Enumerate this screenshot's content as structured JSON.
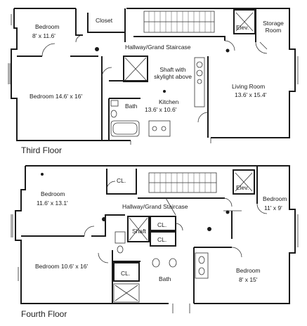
{
  "floors": [
    {
      "title": "Third Floor",
      "rooms": {
        "bedroom_a_name": "Bedroom",
        "bedroom_a_size": "8' x 11.6'",
        "closet": "Closet",
        "elevator": "Elev.",
        "storage": "Storage Room",
        "hallway": "Hallway/Grand Staircase",
        "shaft": "Shaft with skylight above",
        "bedroom_b": "Bedroom 14.6' x 16'",
        "kitchen_name": "Kitchen",
        "kitchen_size": "13.6' x 10.6'",
        "bath": "Bath",
        "living_name": "Living Room",
        "living_size": "13.6' x 15.4'"
      }
    },
    {
      "title": "Fourth Floor",
      "rooms": {
        "bedroom_a_name": "Bedroom",
        "bedroom_a_size": "11.6' x 13.1'",
        "cl_1": "CL.",
        "elevator": "Elev.",
        "bedroom_b_name": "Bedroom",
        "bedroom_b_size": "11' x 9'",
        "hallway": "Hallway/Grand Staircase",
        "shaft": "Shaft",
        "cl_2": "CL.",
        "cl_3": "CL.",
        "bedroom_c": "Bedroom 10.6' x 16'",
        "cl_4": "CL.",
        "bath": "Bath",
        "bedroom_d_name": "Bedroom",
        "bedroom_d_size": "8' x 15'"
      }
    }
  ]
}
